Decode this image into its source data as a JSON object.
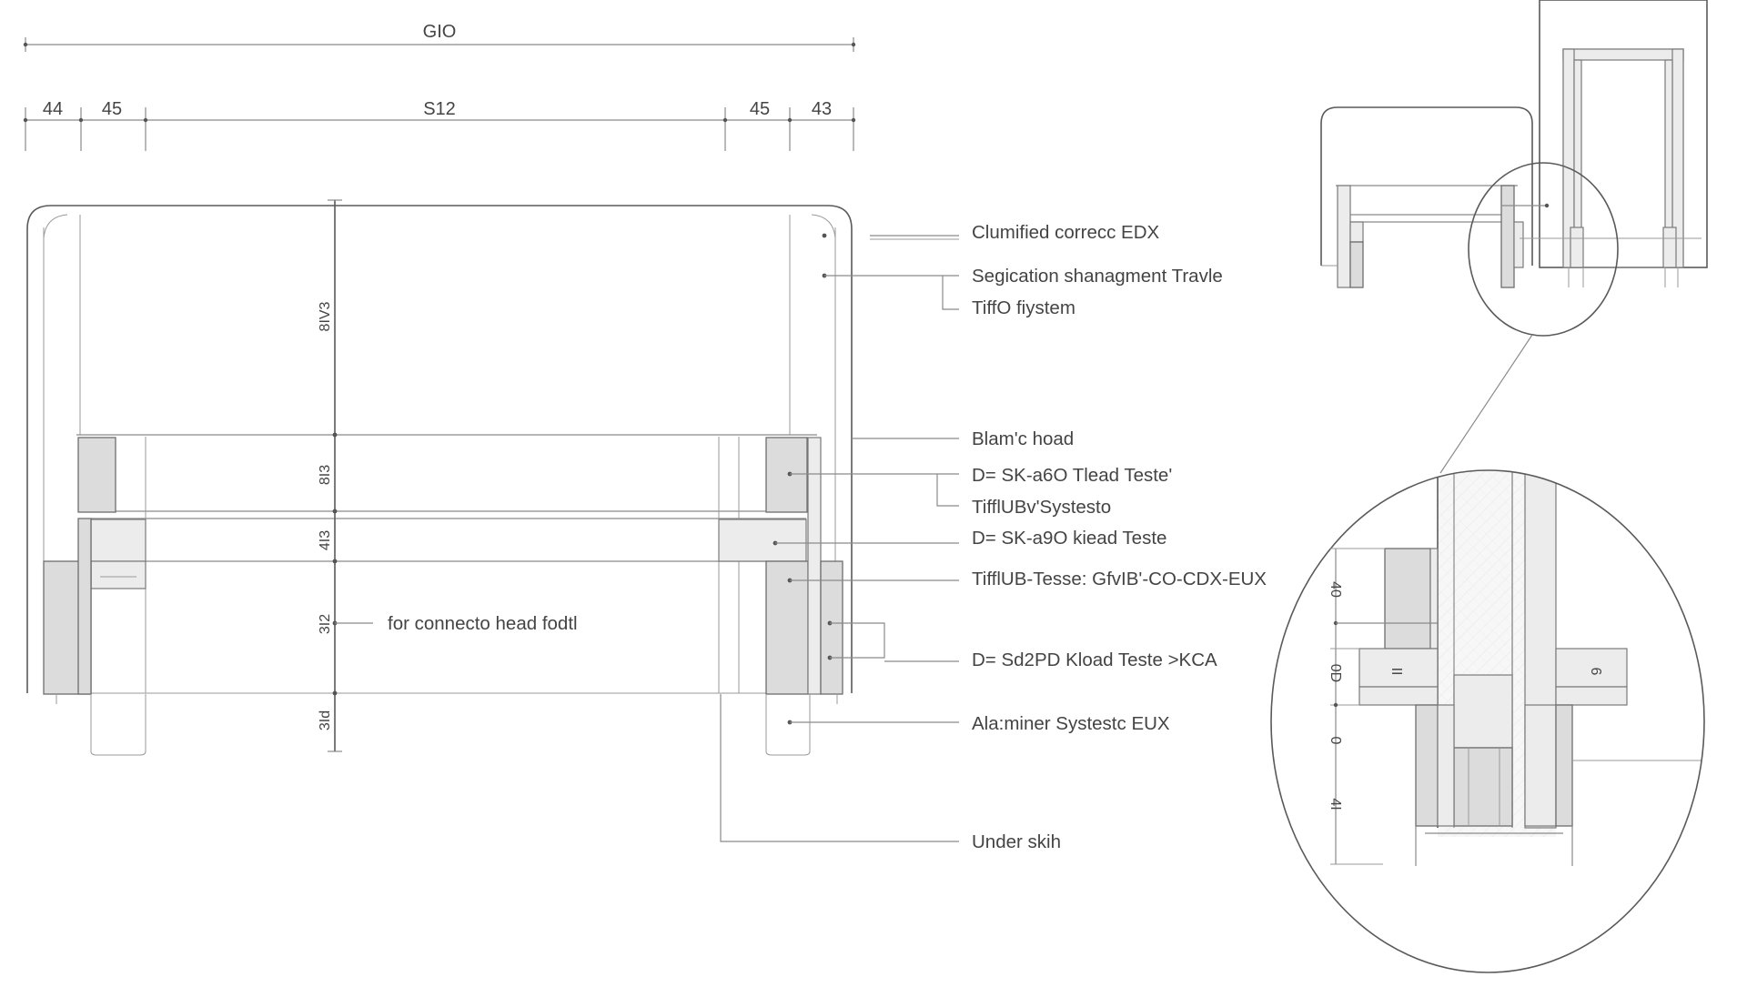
{
  "dimensions": {
    "overall": "GIO",
    "segments": [
      "44",
      "45",
      "S12",
      "45",
      "43"
    ],
    "vertical": [
      "8IV3",
      "8I3",
      "4I3",
      "3I2",
      "3Id"
    ]
  },
  "callouts": [
    "Clumified correcc EDX",
    "Segication shanagment Travle",
    "TiffO fiystem",
    "Blam'c hoad",
    "D= SK-a6O Tlead Teste'",
    "TifflUBv'Systesto",
    "D= SK-a9O kiead Teste",
    "TifflUB-Tesse: GfvIB'-CO-CDX-EUX",
    "D= Sd2PD Kload Teste >KCA",
    "Ala:miner Systestc EUX",
    "Under skih"
  ],
  "inner_note": "for connecto head fodtl",
  "detail": {
    "dims": [
      "40",
      "0D",
      "0",
      "4I"
    ],
    "marks": [
      "II",
      "6"
    ]
  }
}
